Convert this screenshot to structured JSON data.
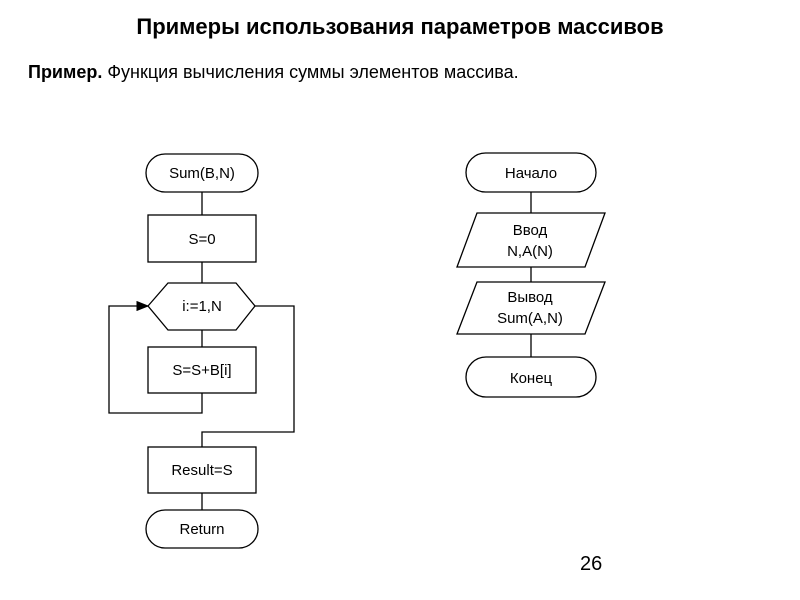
{
  "slide": {
    "title": "Примеры использования параметров массивов",
    "subtitle_bold": "Пример.",
    "subtitle_text": " Функция вычисления суммы элементов массива.",
    "page_number": "26"
  },
  "left_flowchart": {
    "start": "Sum(B,N)",
    "init": "S=0",
    "loop": "i:=1,N",
    "body": "S=S+B[i]",
    "result": "Result=S",
    "end": "Return"
  },
  "right_flowchart": {
    "start": "Начало",
    "input_line1": "Ввод",
    "input_line2": "N,A(N)",
    "output_line1": "Вывод",
    "output_line2": "Sum(A,N)",
    "end": "Конец"
  }
}
